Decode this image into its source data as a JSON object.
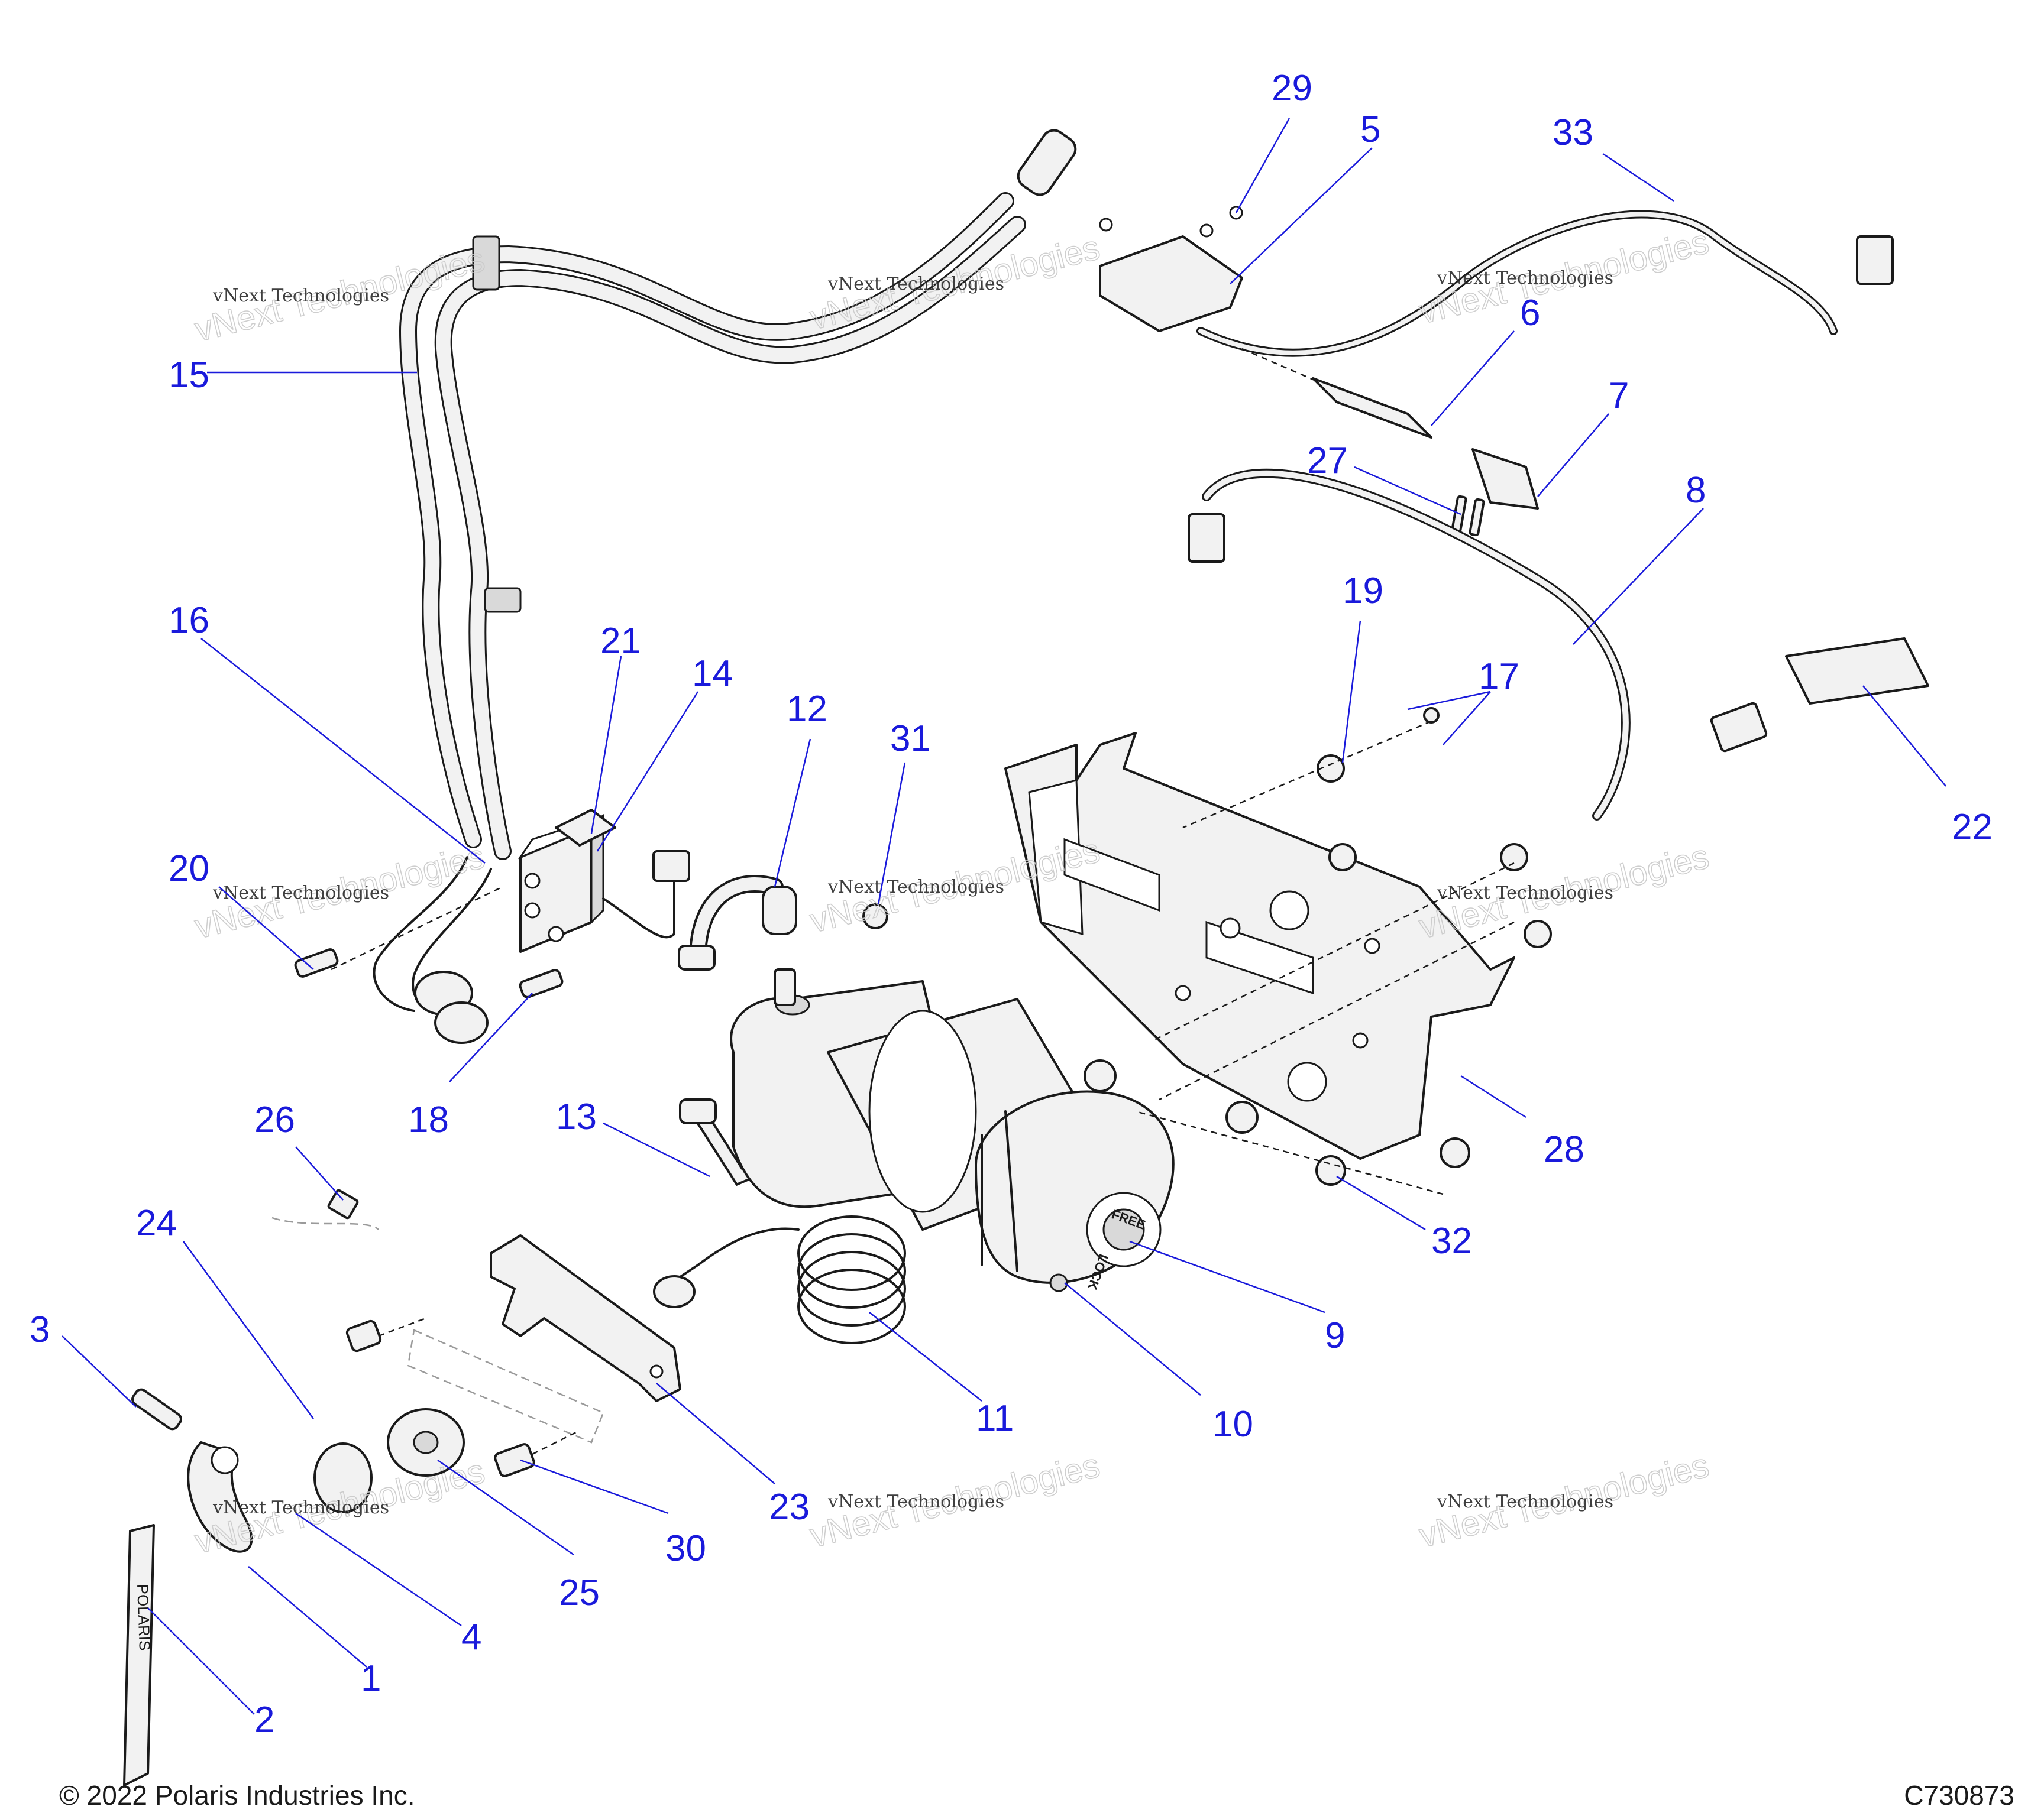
{
  "footer": {
    "copyright": "© 2022 Polaris Industries Inc.",
    "drawing_id": "C730873"
  },
  "watermark": {
    "line_small": "vNext Technologies",
    "line_large": "vNext Technologies"
  },
  "cover_text": {
    "free": "FREE",
    "lock": "LOCK",
    "strap": "POLARIS"
  },
  "callouts": [
    {
      "id": "c1",
      "label": "1"
    },
    {
      "id": "c2",
      "label": "2"
    },
    {
      "id": "c3",
      "label": "3"
    },
    {
      "id": "c4",
      "label": "4"
    },
    {
      "id": "c5",
      "label": "5"
    },
    {
      "id": "c6",
      "label": "6"
    },
    {
      "id": "c7",
      "label": "7"
    },
    {
      "id": "c8",
      "label": "8"
    },
    {
      "id": "c9",
      "label": "9"
    },
    {
      "id": "c10",
      "label": "10"
    },
    {
      "id": "c11",
      "label": "11"
    },
    {
      "id": "c12",
      "label": "12"
    },
    {
      "id": "c13",
      "label": "13"
    },
    {
      "id": "c14",
      "label": "14"
    },
    {
      "id": "c15",
      "label": "15"
    },
    {
      "id": "c16",
      "label": "16"
    },
    {
      "id": "c17",
      "label": "17"
    },
    {
      "id": "c18",
      "label": "18"
    },
    {
      "id": "c19",
      "label": "19"
    },
    {
      "id": "c20",
      "label": "20"
    },
    {
      "id": "c21",
      "label": "21"
    },
    {
      "id": "c22",
      "label": "22"
    },
    {
      "id": "c23",
      "label": "23"
    },
    {
      "id": "c24",
      "label": "24"
    },
    {
      "id": "c25",
      "label": "25"
    },
    {
      "id": "c26",
      "label": "26"
    },
    {
      "id": "c27",
      "label": "27"
    },
    {
      "id": "c28",
      "label": "28"
    },
    {
      "id": "c29",
      "label": "29"
    },
    {
      "id": "c30",
      "label": "30"
    },
    {
      "id": "c31",
      "label": "31"
    },
    {
      "id": "c32",
      "label": "32"
    },
    {
      "id": "c33",
      "label": "33"
    }
  ]
}
